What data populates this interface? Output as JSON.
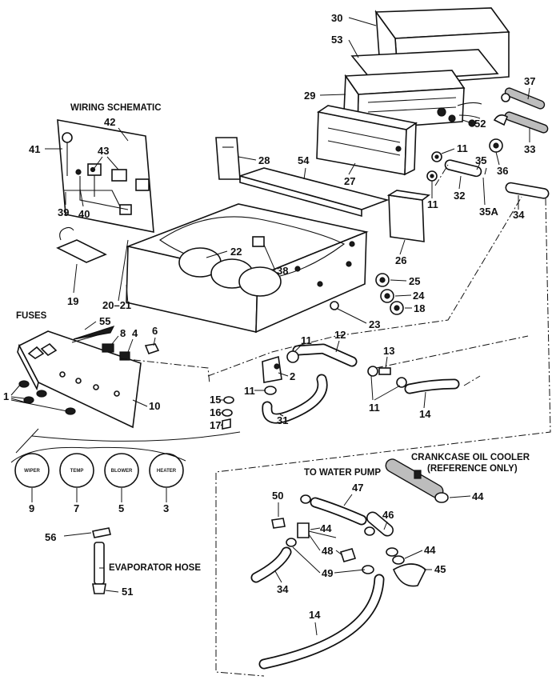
{
  "labels": {
    "wiring_schematic": "WIRING SCHEMATIC",
    "fuses": "FUSES",
    "to_water_pump": "TO WATER PUMP",
    "crankcase_line1": "CRANKCASE OIL COOLER",
    "crankcase_line2": "(REFERENCE ONLY)",
    "evaporator_hose": "EVAPORATOR HOSE"
  },
  "knobs": {
    "wiper": "WIPER",
    "temp": "TEMP",
    "blower": "BLOWER",
    "heater": "HEATER"
  },
  "callouts": {
    "c30": "30",
    "c53": "53",
    "c29": "29",
    "c37": "37",
    "c52": "52",
    "c33": "33",
    "c42": "42",
    "c41": "41",
    "c43": "43",
    "c39": "39",
    "c40": "40",
    "c28": "28",
    "c54": "54",
    "c27": "27",
    "c11a": "11",
    "c35": "35",
    "c36": "36",
    "c32": "32",
    "c11b": "11",
    "c35a": "35A",
    "c34a": "34",
    "c26": "26",
    "c22": "22",
    "c38": "38",
    "c19": "19",
    "c2021": "20–21",
    "c25": "25",
    "c24": "24",
    "c23": "23",
    "c18": "18",
    "c55": "55",
    "c8": "8",
    "c4": "4",
    "c6": "6",
    "c11c": "11",
    "c12": "12",
    "c2": "2",
    "c13": "13",
    "c1": "1",
    "c10": "10",
    "c15": "15",
    "c11d": "11",
    "c16": "16",
    "c17": "17",
    "c31": "31",
    "c11e": "11",
    "c14a": "14",
    "c9": "9",
    "c7": "7",
    "c5": "5",
    "c3": "3",
    "c44a": "44",
    "c50": "50",
    "c47": "47",
    "c46": "46",
    "c44b": "44",
    "c56": "56",
    "c48": "48",
    "c44c": "44",
    "c45": "45",
    "c49": "49",
    "c34b": "34",
    "c51": "51",
    "c14b": "14"
  }
}
